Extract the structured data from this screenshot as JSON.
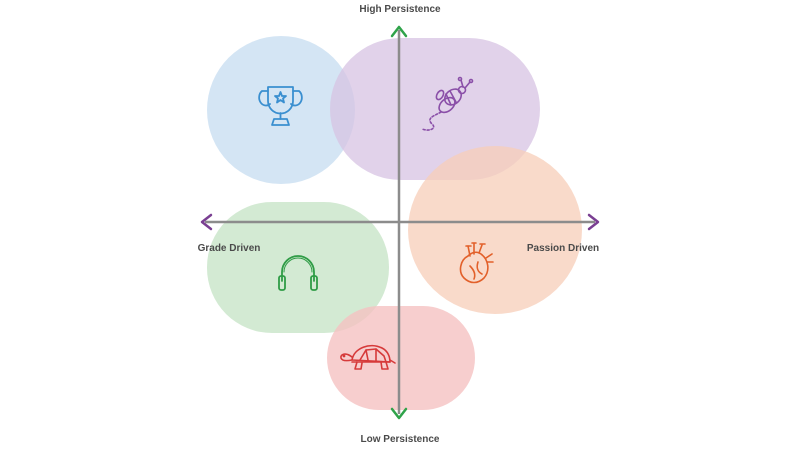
{
  "axes": {
    "top": "High Persistence",
    "bottom": "Low Persistence",
    "left": "Grade Driven",
    "right": "Passion Driven"
  },
  "colors": {
    "vertical_axis": "#3aa64a",
    "horizontal_axis": "#7a3f92",
    "blue": "#cfe3f2",
    "purple": "#dccbe6",
    "orange": "#f8d6c4",
    "green": "#d3ebd3",
    "pink": "#f7cfcf"
  },
  "icons": {
    "trophy": "trophy-icon",
    "bee": "bee-icon",
    "headphones": "headphones-icon",
    "heart": "anatomical-heart-icon",
    "turtle": "turtle-icon"
  }
}
